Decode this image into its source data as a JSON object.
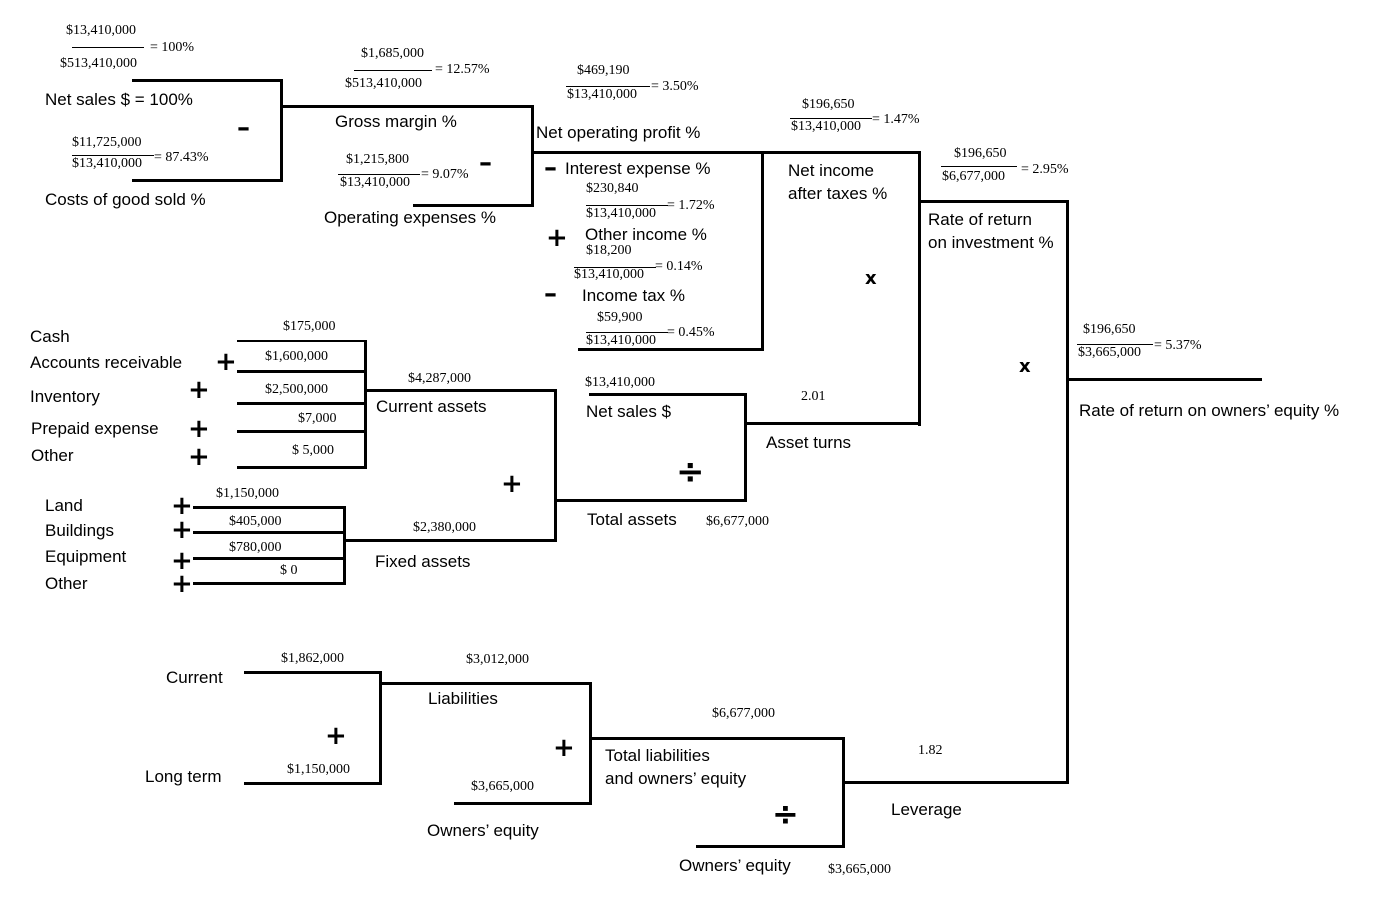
{
  "sales_ratio": {
    "numerator": "$13,410,000",
    "denominator": "$513,410,000",
    "result": "= 100%"
  },
  "net_sales_label": "Net sales $ = 100%",
  "cogs_ratio": {
    "numerator": "$11,725,000",
    "denominator": "$13,410,000",
    "result": "= 87.43%"
  },
  "cogs_label": "Costs of good sold %",
  "gross_margin": {
    "numerator": "$1,685,000",
    "denominator": "$513,410,000",
    "result": "= 12.57%",
    "label": "Gross margin %"
  },
  "operating_expenses": {
    "numerator": "$1,215,800",
    "denominator": "$13,410,000",
    "result": "= 9.07%",
    "label": "Operating expenses %"
  },
  "net_operating_profit": {
    "numerator": "$469,190",
    "denominator": "$13,410,000",
    "result": "= 3.50%",
    "label": "Net operating profit %"
  },
  "interest_expense": {
    "label": "Interest expense %",
    "numerator": "$230,840",
    "denominator": "$13,410,000",
    "result": "= 1.72%"
  },
  "other_income": {
    "label": "Other income %",
    "numerator": "$18,200",
    "denominator": "$13,410,000",
    "result": "= 0.14%"
  },
  "income_tax": {
    "label": "Income tax %",
    "numerator": "$59,900",
    "denominator": "$13,410,000",
    "result": "= 0.45%"
  },
  "net_income": {
    "numerator": "$196,650",
    "denominator": "$13,410,000",
    "result": "= 1.47%",
    "label_line1": "Net income",
    "label_line2": "after taxes %"
  },
  "roi": {
    "numerator": "$196,650",
    "denominator": "$6,677,000",
    "result": "= 2.95%",
    "label_line1": "Rate of return",
    "label_line2": "on investment %"
  },
  "roe": {
    "numerator": "$196,650",
    "denominator": "$3,665,000",
    "result": "= 5.37%",
    "label": "Rate of return on owners’ equity %"
  },
  "current_asset_items": {
    "cash": {
      "label": "Cash",
      "value": "$175,000"
    },
    "receivables": {
      "label": "Accounts receivable",
      "value": "$1,600,000"
    },
    "inventory": {
      "label": "Inventory",
      "value": "$2,500,000"
    },
    "prepaid": {
      "label": "Prepaid expense",
      "value": "$7,000"
    },
    "other": {
      "label": "Other",
      "value": "$ 5,000"
    }
  },
  "current_assets": {
    "value": "$4,287,000",
    "label": "Current assets"
  },
  "fixed_asset_items": {
    "land": {
      "label": "Land",
      "value": "$1,150,000"
    },
    "buildings": {
      "label": "Buildings",
      "value": "$405,000"
    },
    "equipment": {
      "label": "Equipment",
      "value": "$780,000"
    },
    "other": {
      "label": "Other",
      "value": "$ 0"
    }
  },
  "fixed_assets": {
    "value": "$2,380,000",
    "label": "Fixed assets"
  },
  "asset_turns": {
    "net_sales_value": "$13,410,000",
    "net_sales_label": "Net sales $",
    "total_assets_label": "Total assets",
    "total_assets_value": "$6,677,000",
    "result": "2.01",
    "label": "Asset turns"
  },
  "liabilities": {
    "current_label": "Current",
    "current_value": "$1,862,000",
    "long_term_label": "Long term",
    "long_term_value": "$1,150,000",
    "total_value": "$3,012,000",
    "label": "Liabilities"
  },
  "owners_equity": {
    "value": "$3,665,000",
    "label": "Owners’ equity"
  },
  "leverage": {
    "total_value": "$6,677,000",
    "total_label_line1": "Total liabilities",
    "total_label_line2": "and owners’ equity",
    "equity_label": "Owners’ equity",
    "equity_value": "$3,665,000",
    "result": "1.82",
    "label": "Leverage"
  },
  "symbols": {
    "plus": "+",
    "minus": "–",
    "times": "x",
    "divide": "÷"
  }
}
